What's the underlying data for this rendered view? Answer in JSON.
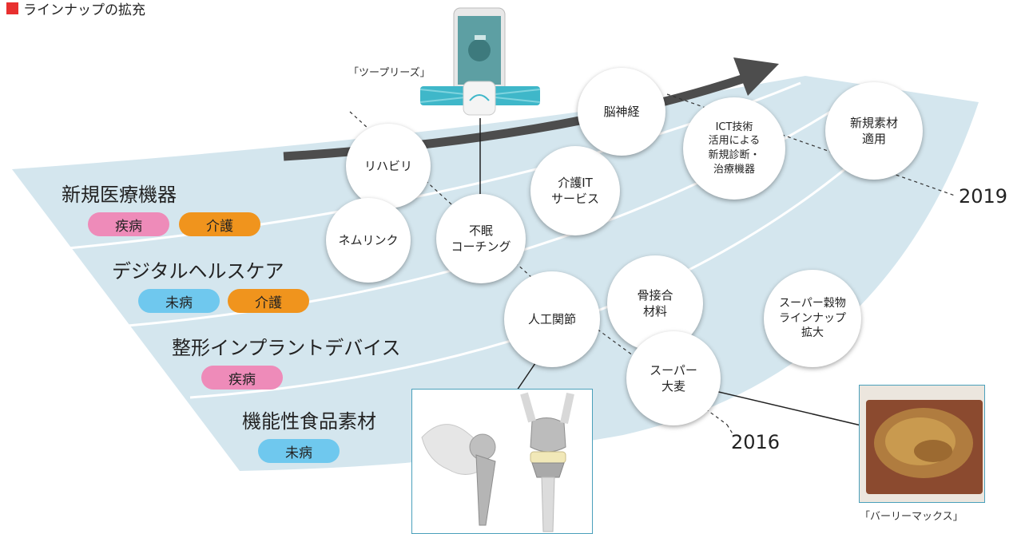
{
  "title": "ラインナップの拡充",
  "colors": {
    "band": "#d4e6ee",
    "pink": "#ee8bb9",
    "orange": "#f0941d",
    "blue": "#6fc8ee",
    "arrow": "#4d4d4d",
    "accent": "#e8302f"
  },
  "layers": [
    {
      "label": "新規医療機器",
      "tags": [
        {
          "text": "疾病",
          "color": "pink"
        },
        {
          "text": "介護",
          "color": "orange"
        }
      ]
    },
    {
      "label": "デジタルヘルスケア",
      "tags": [
        {
          "text": "未病",
          "color": "blue"
        },
        {
          "text": "介護",
          "color": "orange"
        }
      ]
    },
    {
      "label": "整形インプラントデバイス",
      "tags": [
        {
          "text": "疾病",
          "color": "pink"
        }
      ]
    },
    {
      "label": "機能性食品素材",
      "tags": [
        {
          "text": "未病",
          "color": "blue"
        }
      ]
    }
  ],
  "circles": {
    "rehab": "リハビリ",
    "nemulink": "ネムリンク",
    "sleep_coaching": "不眠\nコーチング",
    "care_it": "介護IT\nサービス",
    "neuro": "脳神経",
    "ict": "ICT技術\n活用による\n新規診断・\n治療機器",
    "new_material": "新規素材\n適用",
    "artificial_joint": "人工関節",
    "bone_material": "骨接合\n材料",
    "super_barley": "スーパー\n大麦",
    "super_grain": "スーパー穀物\nラインナップ\n拡大"
  },
  "years": {
    "start": "2016",
    "end": "2019"
  },
  "captions": {
    "device": "「ツープリーズ」",
    "barley": "「バーリーマックス」"
  }
}
